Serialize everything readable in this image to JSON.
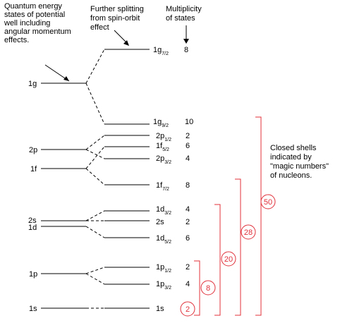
{
  "annotations": {
    "left": [
      "Quantum energy",
      "states of potential",
      "well including",
      "angular momentum",
      "effects."
    ],
    "middle": [
      "Further splitting",
      "from spin-orbit",
      "effect"
    ],
    "right_top": [
      "Multiplicity",
      "of states"
    ],
    "closed": [
      "Closed shells",
      "indicated by",
      "\"magic numbers\"",
      "of nucleons."
    ]
  },
  "left_levels": {
    "g1": "1g",
    "p2": "2p",
    "f1": "1f",
    "s2": "2s",
    "d1": "1d",
    "p1": "1p",
    "s1": "1s"
  },
  "right_levels": {
    "g72": {
      "main": "1g",
      "sub": "7/2",
      "mult": "8"
    },
    "g92": {
      "main": "1g",
      "sub": "9/2",
      "mult": "10"
    },
    "p12b": {
      "main": "2p",
      "sub": "1/2",
      "mult": "2"
    },
    "f52": {
      "main": "1f",
      "sub": "5/2",
      "mult": "6"
    },
    "p32b": {
      "main": "2p",
      "sub": "3/2",
      "mult": "4"
    },
    "f72": {
      "main": "1f",
      "sub": "7/2",
      "mult": "8"
    },
    "d32": {
      "main": "1d",
      "sub": "3/2",
      "mult": "4"
    },
    "s2": {
      "main": "2s",
      "sub": "",
      "mult": "2"
    },
    "d52": {
      "main": "1d",
      "sub": "5/2",
      "mult": "6"
    },
    "p12": {
      "main": "1p",
      "sub": "1/2",
      "mult": "2"
    },
    "p32": {
      "main": "1p",
      "sub": "3/2",
      "mult": "4"
    },
    "s1": {
      "main": "1s",
      "sub": "",
      "mult": "2"
    }
  },
  "magic_numbers": {
    "m2": "2",
    "m8": "8",
    "m20": "20",
    "m28": "28",
    "m50": "50"
  },
  "colors": {
    "magic": "#e0303a",
    "lines": "#000000"
  }
}
